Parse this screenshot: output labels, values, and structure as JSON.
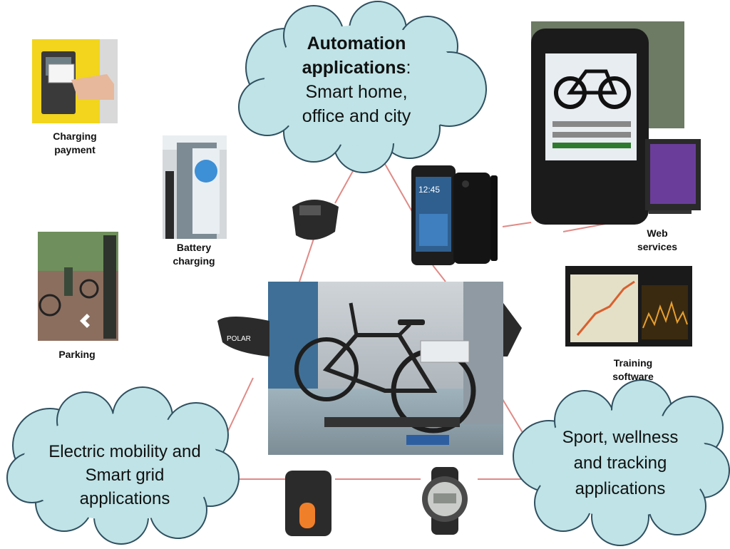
{
  "clouds": {
    "automation": {
      "bold_line1": "Automation",
      "bold_line2": "applications",
      "colon": ":",
      "line3": "Smart home,",
      "line4": "office and city"
    },
    "electric": {
      "line1": "Electric mobility and",
      "line2": "Smart grid",
      "line3": "applications"
    },
    "sport": {
      "line1": "Sport, wellness",
      "line2": "and tracking",
      "line3": "applications"
    }
  },
  "captions": {
    "charging_payment": {
      "line1": "Charging",
      "line2": "payment"
    },
    "battery_charging": {
      "line1": "Battery",
      "line2": "charging"
    },
    "parking": {
      "line1": "Parking"
    },
    "web_services": {
      "line1": "Web",
      "line2": "services"
    },
    "training_software": {
      "line1": "Training",
      "line2": "software"
    }
  },
  "device_labels": {
    "polar_brand": "POLAR",
    "phone_clock": "12:45"
  },
  "colors": {
    "cloud_fill": "#bfe3e6",
    "cloud_stroke": "#2f5060",
    "connector": "#e08a86",
    "yellow_panel": "#f2d51c",
    "map_route": "#d9602e",
    "gps_orange": "#f07f2a"
  }
}
